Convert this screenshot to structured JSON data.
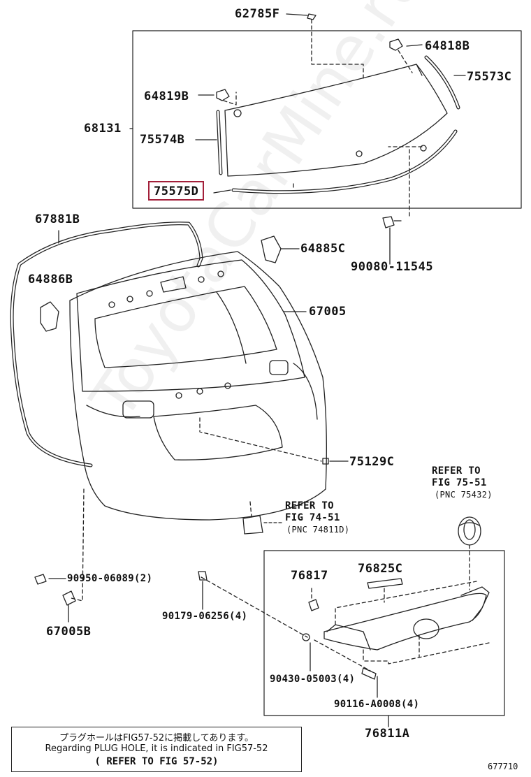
{
  "colors": {
    "line": "#222222",
    "highlight": "#a3203a",
    "watermark": "#a0a0a0"
  },
  "labels": {
    "p62785F": "62785F",
    "p64818B": "64818B",
    "p75573C": "75573C",
    "p64819B": "64819B",
    "p68131": "68131",
    "p75574B": "75574B",
    "p75575D": "75575D",
    "p67881B": "67881B",
    "p64885C": "64885C",
    "p90080_11545": "90080-11545",
    "p64886B": "64886B",
    "p67005": "67005",
    "p75129C": "75129C",
    "refer1": "REFER TO",
    "refer1_fig": "FIG 75-51",
    "refer1_pnc": "(PNC 75432)",
    "refer2": "REFER TO",
    "refer2_fig": "FIG 74-51",
    "refer2_pnc": "(PNC 74811D)",
    "p90950": "90950-06089(2)",
    "p76817": "76817",
    "p76825C": "76825C",
    "p67005B": "67005B",
    "p90179": "90179-06256(4)",
    "p90430": "90430-05003(4)",
    "p90116": "90116-A0008(4)",
    "p76811A": "76811A"
  },
  "note": {
    "line1": "プラグホールはFIG57-52に掲載してあります。",
    "line2": "Regarding PLUG HOLE, it is indicated in FIG57-52",
    "line3": "( REFER TO FIG 57-52)"
  },
  "illustration_id": "677710",
  "watermark": "ToyotaCarMine.ru",
  "highlighted_part": "75575D"
}
